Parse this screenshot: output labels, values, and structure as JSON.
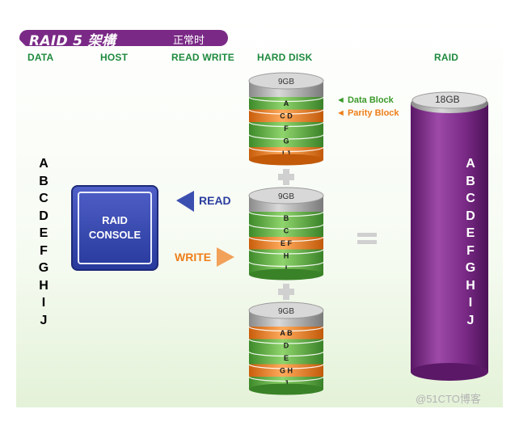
{
  "title": {
    "main": "RAID 5 架構",
    "sub": "正常时"
  },
  "headers": {
    "data": "DATA",
    "host": "HOST",
    "read_write": "READ WRITE",
    "hard_disk": "HARD DISK",
    "raid": "RAID"
  },
  "data_letters": [
    "A",
    "B",
    "C",
    "D",
    "E",
    "F",
    "G",
    "H",
    "I",
    "J"
  ],
  "console": {
    "line1": "RAID",
    "line2": "CONSOLE"
  },
  "read_label": "READ",
  "write_label": "WRITE",
  "disks": [
    {
      "capacity": "9GB",
      "blocks": [
        {
          "label": "A",
          "kind": "data"
        },
        {
          "label": "C D",
          "kind": "parity"
        },
        {
          "label": "F",
          "kind": "data"
        },
        {
          "label": "G",
          "kind": "data"
        },
        {
          "label": "I J",
          "kind": "parity"
        }
      ]
    },
    {
      "capacity": "9GB",
      "blocks": [
        {
          "label": "B",
          "kind": "data"
        },
        {
          "label": "C",
          "kind": "data"
        },
        {
          "label": "E F",
          "kind": "parity"
        },
        {
          "label": "H",
          "kind": "data"
        },
        {
          "label": "I",
          "kind": "data"
        }
      ]
    },
    {
      "capacity": "9GB",
      "blocks": [
        {
          "label": "A B",
          "kind": "parity"
        },
        {
          "label": "D",
          "kind": "data"
        },
        {
          "label": "E",
          "kind": "data"
        },
        {
          "label": "G H",
          "kind": "parity"
        },
        {
          "label": "J",
          "kind": "data"
        }
      ]
    }
  ],
  "legend": {
    "data_block": "◄ Data Block",
    "parity_block": "◄ Parity Block"
  },
  "raid_capacity": "18GB",
  "raid_letters": [
    "A",
    "B",
    "C",
    "D",
    "E",
    "F",
    "G",
    "H",
    "I",
    "J"
  ],
  "watermark": "@51CTO博客",
  "colors": {
    "data": "#5fb045",
    "parity": "#f07f1e",
    "purple": "#7a2a86",
    "console": "#2b3d9f",
    "header_green": "#1f8a3e"
  }
}
